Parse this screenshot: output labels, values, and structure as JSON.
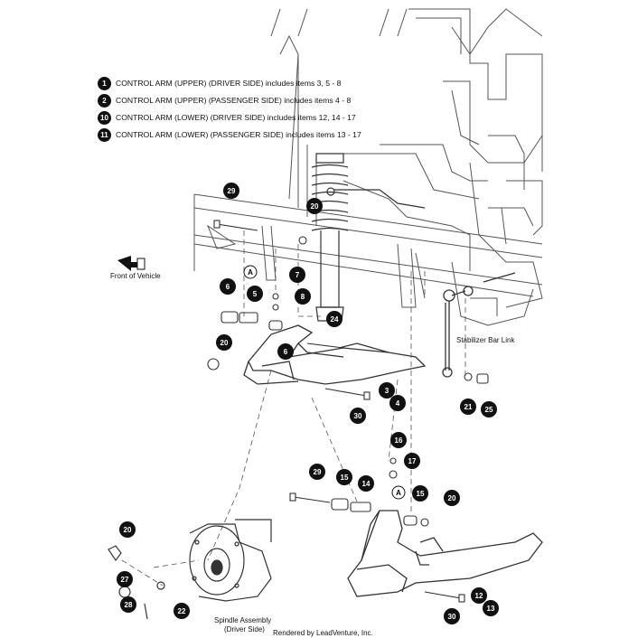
{
  "legend": [
    {
      "num": "1",
      "text": "CONTROL ARM (UPPER) (DRIVER SIDE) includes items 3, 5 - 8"
    },
    {
      "num": "2",
      "text": "CONTROL ARM (UPPER) (PASSENGER SIDE) includes items 4 - 8"
    },
    {
      "num": "10",
      "text": "CONTROL ARM (LOWER) (DRIVER SIDE) includes items 12, 14 - 17"
    },
    {
      "num": "11",
      "text": "CONTROL ARM (LOWER) (PASSENGER SIDE) includes items 13 - 17"
    }
  ],
  "labels": {
    "front_of_vehicle": "Front of Vehicle",
    "stabilizer_bar_link": "Stabilizer Bar Link",
    "spindle_line1": "Spindle Assembly",
    "spindle_line2": "(Driver Side)",
    "footer": "Rendered by LeadVenture, Inc.",
    "ref_a": "A"
  },
  "callouts": [
    "29",
    "20",
    "7",
    "6",
    "5",
    "8",
    "24",
    "20",
    "6",
    "3",
    "4",
    "30",
    "21",
    "25",
    "16",
    "17",
    "29",
    "15",
    "14",
    "15",
    "20",
    "20",
    "27",
    "22",
    "28",
    "12",
    "13",
    "30"
  ]
}
